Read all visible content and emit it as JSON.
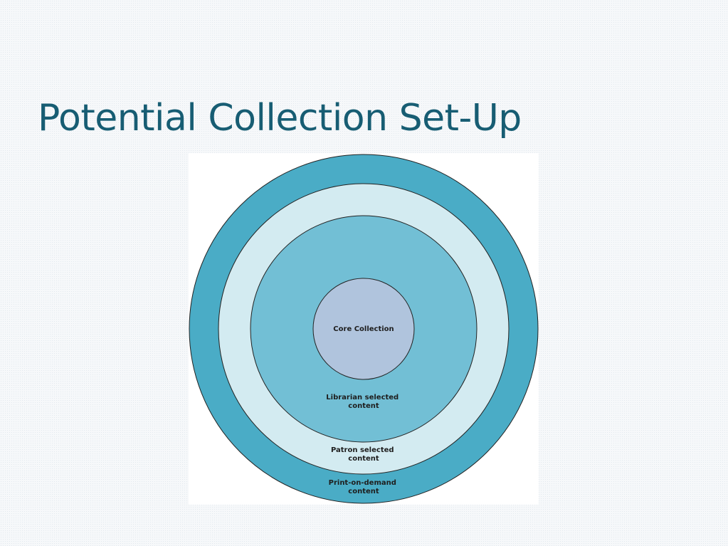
{
  "title": "Potential Collection Set-Up",
  "diagram": {
    "rings": [
      {
        "id": "print-on-demand",
        "color": "#4aacc6",
        "label_lines": [
          "Print-on-demand",
          "content"
        ]
      },
      {
        "id": "patron-selected",
        "color": "#d3ebf1",
        "label_lines": [
          "Patron selected",
          "content"
        ]
      },
      {
        "id": "librarian-selected",
        "color": "#72bfd5",
        "label_lines": [
          "Librarian selected",
          "content"
        ]
      },
      {
        "id": "core-collection",
        "color": "#b0c4dd",
        "label_lines": [
          "Core Collection"
        ]
      }
    ],
    "stroke_color": "#222222"
  }
}
